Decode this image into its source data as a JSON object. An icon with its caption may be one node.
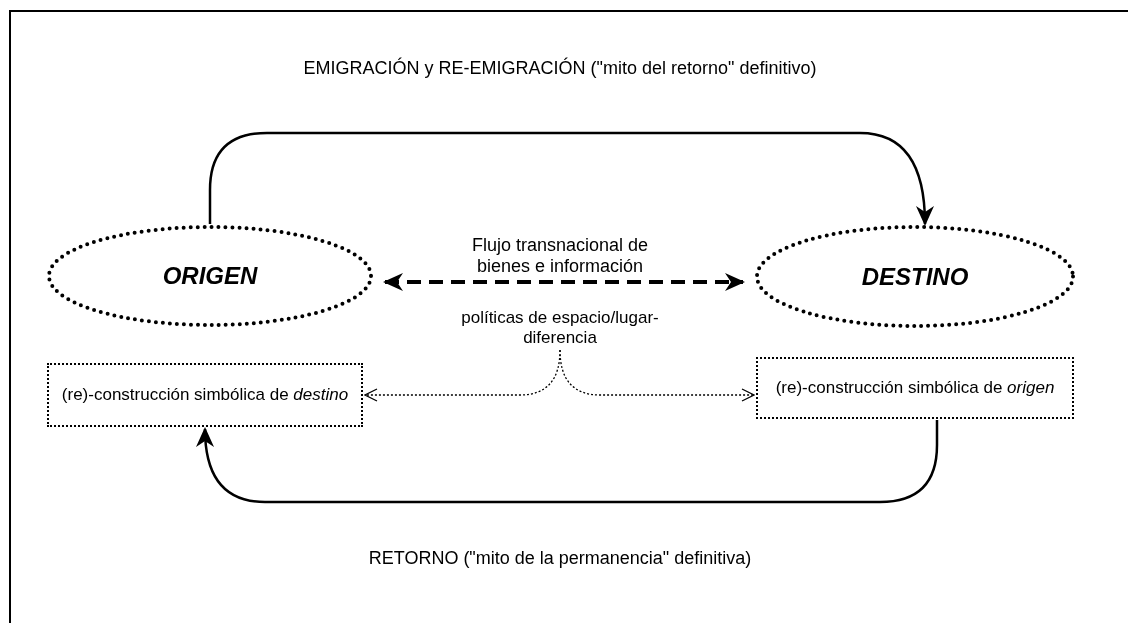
{
  "diagram": {
    "nodes": [
      {
        "text": [
          "ORIGEN"
        ]
      },
      {
        "text": [
          "DESTINO"
        ]
      },
      {
        "text": [
          "(re)-construcción simbólica de *destino*"
        ]
      },
      {
        "text": [
          "(re)-construcción simbólica de *origen*"
        ]
      },
      {
        "text": [
          "políticas de espacio/lugar-diferencia"
        ]
      }
    ],
    "edges": [
      {
        "from": 0,
        "to": 1,
        "arrow": "to",
        "label": "EMIGRACIÓN y RE-EMIGRACIÓN (\"mito del retorno\" definitivo)"
      },
      {
        "from": 0,
        "to": 1,
        "arrow": "both",
        "style": "dashed",
        "label": "Flujo transnacional de bienes e información"
      },
      {
        "from": 3,
        "to": 2,
        "arrow": "to",
        "label": "RETORNO (\"mito de la permanencia\" definitiva)"
      },
      {
        "from": 4,
        "to": 2,
        "arrow": "to",
        "style": "dashed"
      },
      {
        "from": 4,
        "to": 3,
        "arrow": "to",
        "style": "dashed"
      }
    ]
  }
}
